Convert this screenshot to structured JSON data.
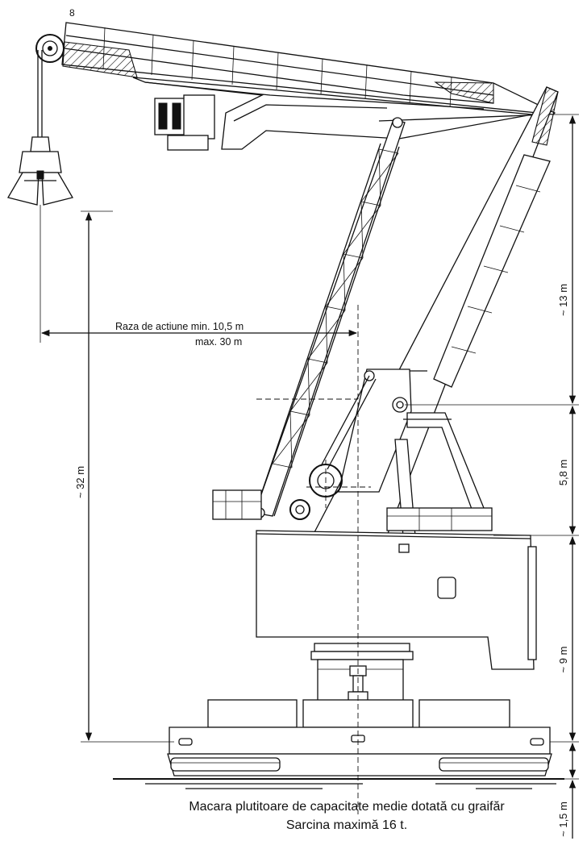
{
  "labels": {
    "radius_min": "Raza de actiune min.  10,5 m",
    "radius_max": "max. 30 m",
    "height_32": "~ 32 m",
    "height_13": "~ 13 m",
    "height_58": "5,8 m",
    "height_9": "~ 9 m",
    "height_15": "~ 1,5 m"
  },
  "caption": {
    "line1": "Macara plutitoare de capacitate medie dotată cu graifăr",
    "line2": "Sarcina maximă 16 t."
  }
}
